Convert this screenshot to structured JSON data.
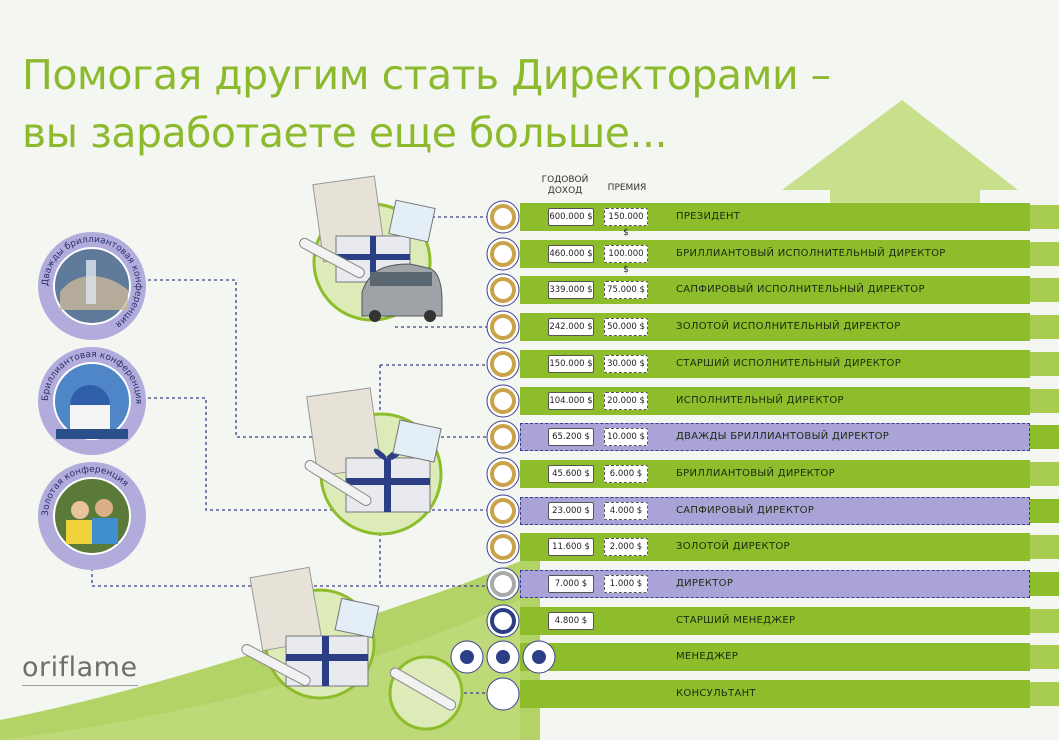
{
  "title": {
    "line1": "Помогая другим стать Директорами –",
    "line2": "вы заработаете еще больше..."
  },
  "headers": {
    "income_line1": "годовой",
    "income_line2": "доход",
    "bonus": "премия"
  },
  "ranks": [
    {
      "income": "600.000 $",
      "bonus": "150.000 $",
      "label": "ПРЕЗИДЕНТ",
      "style": "green"
    },
    {
      "income": "460.000 $",
      "bonus": "100.000 $",
      "label": "БРИЛЛИАНТОВЫЙ ИСПОЛНИТЕЛЬНЫЙ ДИРЕКТОР",
      "style": "green"
    },
    {
      "income": "339.000 $",
      "bonus": "75.000 $",
      "label": "САПФИРОВЫЙ ИСПОЛНИТЕЛЬНЫЙ ДИРЕКТОР",
      "style": "green"
    },
    {
      "income": "242.000 $",
      "bonus": "50.000 $",
      "label": "ЗОЛОТОЙ ИСПОЛНИТЕЛЬНЫЙ ДИРЕКТОР",
      "style": "green"
    },
    {
      "income": "150.000 $",
      "bonus": "30.000 $",
      "label": "СТАРШИЙ ИСПОЛНИТЕЛЬНЫЙ ДИРЕКТОР",
      "style": "green"
    },
    {
      "income": "104.000 $",
      "bonus": "20.000 $",
      "label": "ИСПОЛНИТЕЛЬНЫЙ ДИРЕКТОР",
      "style": "green"
    },
    {
      "income": "65.200 $",
      "bonus": "10.000 $",
      "label": "ДВАЖДЫ БРИЛЛИАНТОВЫЙ ДИРЕКТОР",
      "style": "purple"
    },
    {
      "income": "45.600 $",
      "bonus": "6.000 $",
      "label": "БРИЛЛИАНТОВЫЙ ДИРЕКТОР",
      "style": "green"
    },
    {
      "income": "23.000 $",
      "bonus": "4.000 $",
      "label": "САПФИРОВЫЙ ДИРЕКТОР",
      "style": "purple"
    },
    {
      "income": "11.600 $",
      "bonus": "2.000 $",
      "label": "ЗОЛОТОЙ ДИРЕКТОР",
      "style": "green"
    },
    {
      "income": "7.000 $",
      "bonus": "1.000 $",
      "label": "ДИРЕКТОР",
      "style": "purple"
    },
    {
      "income": "4.800 $",
      "bonus": "",
      "label": "СТАРШИЙ МЕНЕДЖЕР",
      "style": "green"
    },
    {
      "income": "",
      "bonus": "",
      "label": "МЕНЕДЖЕР",
      "style": "green"
    },
    {
      "income": "",
      "bonus": "",
      "label": "КОНСУЛЬТАНТ",
      "style": "green"
    }
  ],
  "conferences": [
    {
      "label": "Дважды бриллиантовая конференция"
    },
    {
      "label": "Бриллиантовая конференция"
    },
    {
      "label": "Золотая конференция"
    }
  ],
  "logo": "oriflame",
  "colors": {
    "green": "#8dbd2b",
    "purple": "#a9a3d8",
    "title": "#8dba2c",
    "ring_gold": "#c9a24a",
    "ring_silver": "#a9a9a9",
    "ring_blue": "#2c3f86"
  }
}
